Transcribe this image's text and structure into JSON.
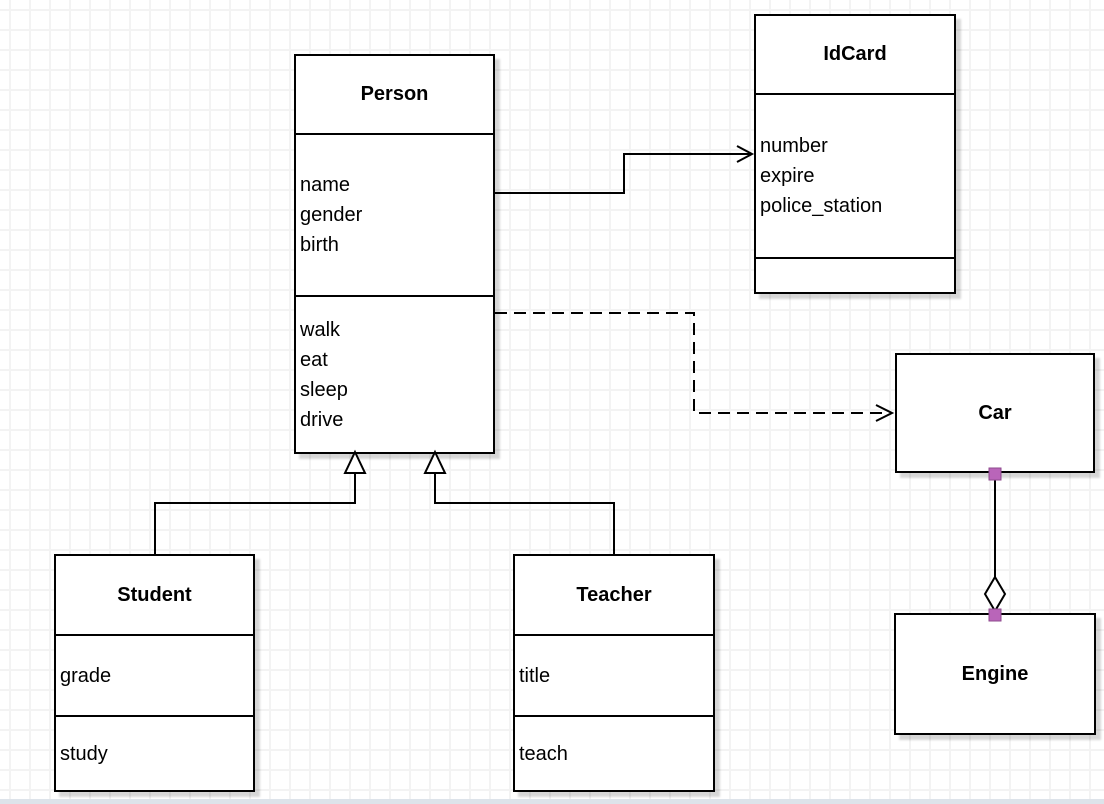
{
  "canvas": {
    "kind": "uml-class-diagram"
  },
  "colors": {
    "stroke": "#000000",
    "shape_fill": "#ffffff",
    "grid_line": "#f3f3f3",
    "shadow": "#d4d4d4",
    "endpoint_handle": "#b965b9",
    "endpoint_handle_border": "#8e4a8e"
  },
  "classes": {
    "person": {
      "title": "Person",
      "attributes": "name\ngender\nbirth",
      "methods": "walk\neat\nsleep\ndrive"
    },
    "idcard": {
      "title": "IdCard",
      "attributes": "number\nexpire\npolice_station",
      "methods": ""
    },
    "student": {
      "title": "Student",
      "attributes": "grade",
      "methods": "study"
    },
    "teacher": {
      "title": "Teacher",
      "attributes": "title",
      "methods": "teach"
    },
    "car": {
      "title": "Car"
    },
    "engine": {
      "title": "Engine"
    }
  },
  "relationships": [
    {
      "from": "Person",
      "to": "IdCard",
      "type": "association",
      "line": "solid",
      "head": "open-arrow"
    },
    {
      "from": "Person",
      "to": "Car",
      "type": "dependency",
      "line": "dashed",
      "head": "open-arrow"
    },
    {
      "from": "Student",
      "to": "Person",
      "type": "generalization",
      "line": "solid",
      "head": "hollow-triangle"
    },
    {
      "from": "Teacher",
      "to": "Person",
      "type": "generalization",
      "line": "solid",
      "head": "hollow-triangle"
    },
    {
      "from": "Car",
      "to": "Engine",
      "type": "aggregation",
      "line": "solid",
      "head": "hollow-diamond"
    }
  ]
}
